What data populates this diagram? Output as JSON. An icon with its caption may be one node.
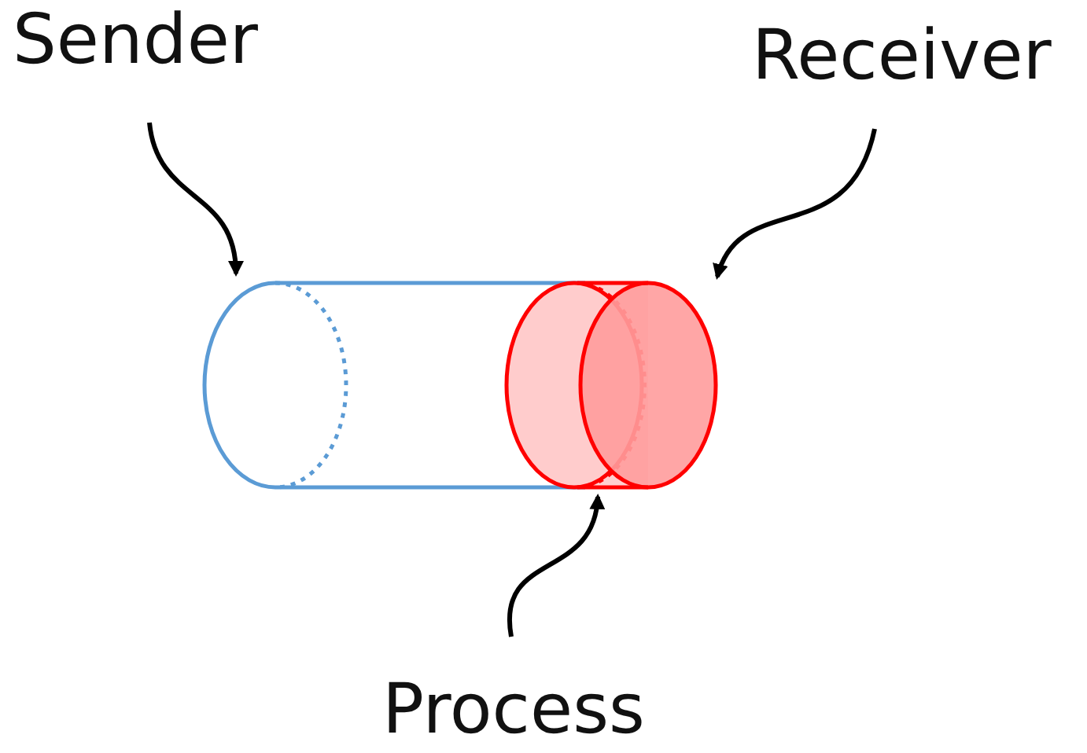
{
  "diagram": {
    "nodes": [
      {
        "text": [
          "Sender"
        ]
      },
      {
        "text": [
          "Receiver"
        ]
      },
      {
        "text": [
          "Process"
        ]
      },
      {
        "text": [],
        "shape": "cylinder"
      },
      {
        "text": [],
        "shape": "cylinder"
      }
    ],
    "edges": [
      {
        "from": 0,
        "to": 3,
        "arrow": "to"
      },
      {
        "from": 1,
        "to": 4,
        "arrow": "to"
      },
      {
        "from": 2,
        "to": 4,
        "arrow": "to"
      }
    ]
  }
}
